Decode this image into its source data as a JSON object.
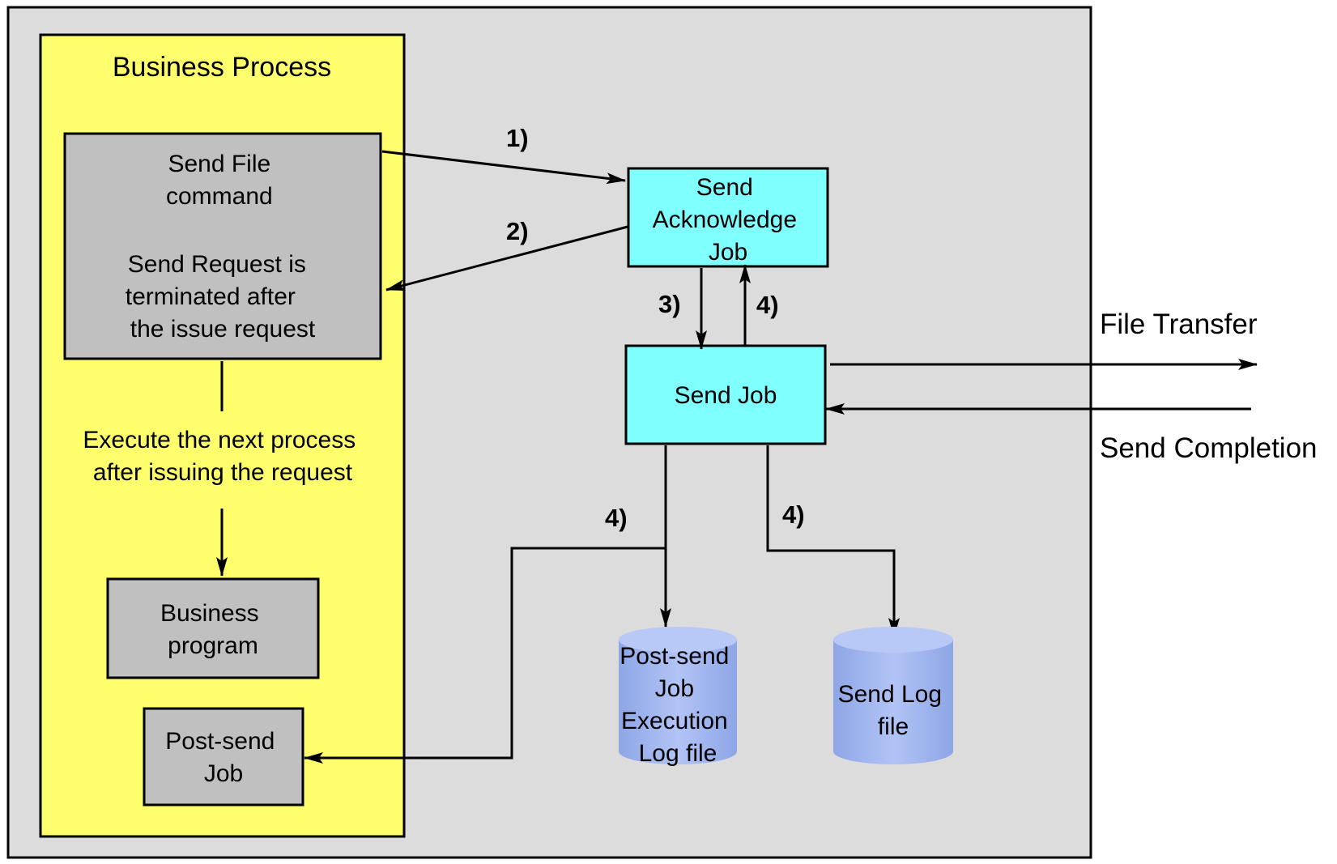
{
  "business_process": {
    "title": "Business Process",
    "send_file_command": [
      "Send File",
      "command",
      "",
      "Send Request is",
      "terminated after",
      "the issue request"
    ],
    "execute_next": [
      "Execute the next process",
      "after issuing the request"
    ],
    "business_program": [
      "Business",
      "program"
    ],
    "post_send_job": [
      "Post-send",
      "Job"
    ]
  },
  "send_acknowledge_job": [
    "Send",
    "Acknowledge",
    "Job"
  ],
  "send_job": [
    "Send Job"
  ],
  "post_send_log": [
    "Post-send",
    "Job",
    "Execution",
    "Log file"
  ],
  "send_log": [
    "Send Log",
    "file"
  ],
  "external": {
    "file_transfer": "File Transfer",
    "send_completion": "Send Completion"
  },
  "steps": {
    "s1": "1)",
    "s2": "2)",
    "s3": "3)",
    "s4a": "4)",
    "s4b": "4)",
    "s4c": "4)"
  },
  "colors": {
    "outer_bg": "#dcdcdc",
    "business_process_bg": "#ffff6e",
    "gray_box": "#c0c0c0",
    "job_box": "#80ffff",
    "cylinder": "#a4b8f0"
  }
}
